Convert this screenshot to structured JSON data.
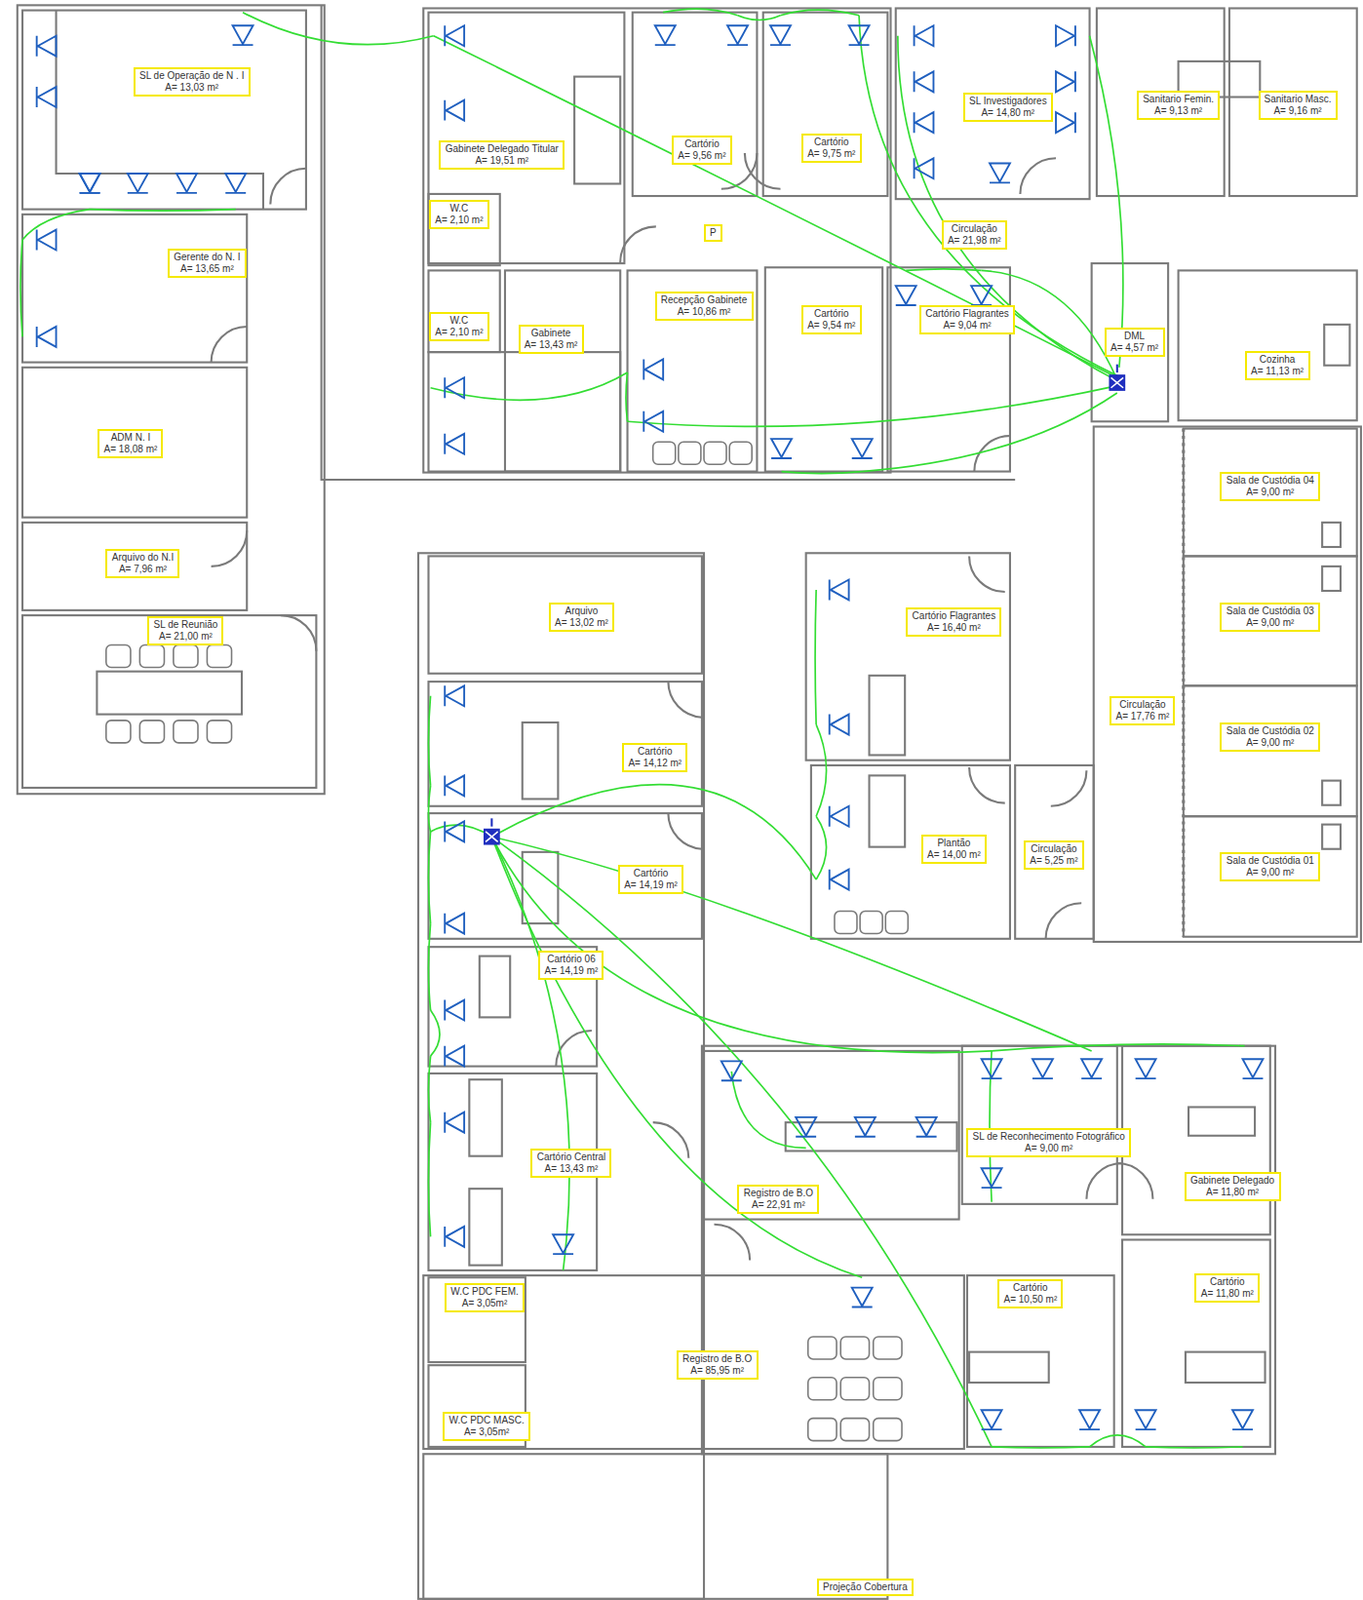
{
  "diagram": {
    "nodes": [
      {
        "text": [
          "SL de Operação de N . I",
          "A= 13,03 m²"
        ]
      },
      {
        "text": [
          "Cartório",
          "A= 9,56 m²"
        ]
      },
      {
        "text": [
          "Cartório",
          "A= 9,75 m²"
        ]
      },
      {
        "text": [
          "SL Investigadores",
          "A= 14,80 m²"
        ]
      },
      {
        "text": [
          "Sanitario Femin.",
          "A= 9,13 m²"
        ]
      },
      {
        "text": [
          "Sanitario Masc.",
          "A= 9,16 m²"
        ]
      },
      {
        "text": [
          "Gabinete Delegado Titular",
          "A= 19,51 m²"
        ]
      },
      {
        "text": [
          "W.C",
          "A= 2,10 m²"
        ]
      },
      {
        "text": [
          "P"
        ]
      },
      {
        "text": [
          "Circulação",
          "A= 21,98 m²"
        ]
      },
      {
        "text": [
          "Gerente do N. I",
          "A= 13,65 m²"
        ]
      },
      {
        "text": [
          "Recepção Gabinete",
          "A= 10,86 m²"
        ]
      },
      {
        "text": [
          "Cartório",
          "A= 9,54 m²"
        ]
      },
      {
        "text": [
          "Cartório Flagrantes",
          "A= 9,04 m²"
        ]
      },
      {
        "text": [
          "W.C",
          "A= 2,10 m²"
        ]
      },
      {
        "text": [
          "Gabinete",
          "A= 13,43 m²"
        ]
      },
      {
        "text": [
          "DML",
          "A= 4,57 m²"
        ]
      },
      {
        "text": [
          "Cozinha",
          "A= 11,13 m²"
        ]
      },
      {
        "text": [
          "ADM N. I",
          "A= 18,08 m²"
        ]
      },
      {
        "text": [
          "Sala de Custódia 04",
          "A= 9,00 m²"
        ]
      },
      {
        "text": [
          "Arquivo do N.I",
          "A= 7,96 m²"
        ]
      },
      {
        "text": [
          "Arquivo",
          "A= 13,02 m²"
        ]
      },
      {
        "text": [
          "Cartório Flagrantes",
          "A= 16,40 m²"
        ]
      },
      {
        "text": [
          "Sala de Custódia 03",
          "A= 9,00 m²"
        ]
      },
      {
        "text": [
          "SL de Reunião",
          "A= 21,00 m²"
        ]
      },
      {
        "text": [
          "Circulação",
          "A= 17,76 m²"
        ]
      },
      {
        "text": [
          "Sala de Custódia 02",
          "A= 9,00 m²"
        ]
      },
      {
        "text": [
          "Cartório",
          "A= 14,12 m²"
        ]
      },
      {
        "text": [
          "Plantão",
          "A= 14,00 m²"
        ]
      },
      {
        "text": [
          "Circulação",
          "A= 5,25 m²"
        ]
      },
      {
        "text": [
          "Sala de Custódia 01",
          "A= 9,00 m²"
        ]
      },
      {
        "text": [
          "Cartório",
          "A= 14,19 m²"
        ]
      },
      {
        "text": [
          "Cartório 06",
          "A= 14,19 m²"
        ]
      },
      {
        "text": [
          "SL de Reconhecimento Fotográfico",
          "A= 9,00 m²"
        ]
      },
      {
        "text": [
          "Cartório Central",
          "A= 13,43 m²"
        ]
      },
      {
        "text": [
          "Gabinete Delegado",
          "A= 11,80 m²"
        ]
      },
      {
        "text": [
          "Registro de B.O",
          "A= 22,91 m²"
        ]
      },
      {
        "text": [
          "Cartório",
          "A= 11,80 m²"
        ]
      },
      {
        "text": [
          "Cartório",
          "A= 10,50 m²"
        ]
      },
      {
        "text": [
          "W.C PDC FEM.",
          "A= 3,05m²"
        ]
      },
      {
        "text": [
          "Registro de B.O",
          "A= 85,95 m²"
        ]
      },
      {
        "text": [
          "W.C PDC MASC.",
          "A= 3,05m²"
        ]
      },
      {
        "text": [
          "Projeção Cobertura"
        ]
      }
    ]
  }
}
